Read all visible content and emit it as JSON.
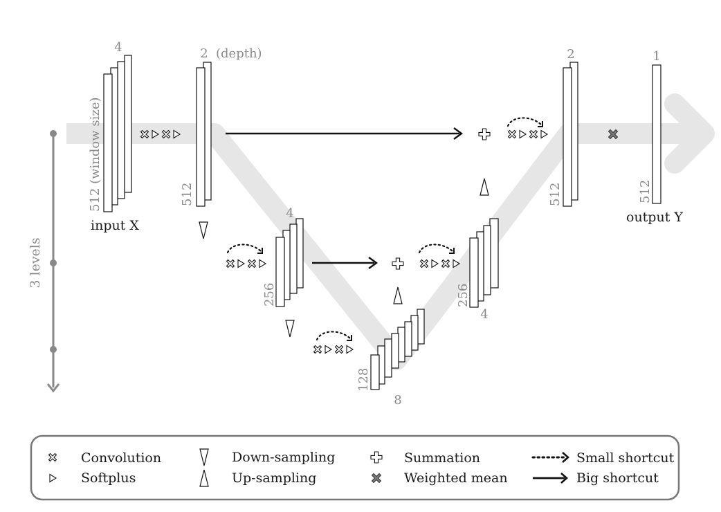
{
  "diagram": {
    "depth_label": "(depth)",
    "window_label": "(window size)",
    "input_label": "input X",
    "output_label": "output Y",
    "levels_label": "3 levels",
    "blocks": {
      "input": {
        "height": "512",
        "channels": "4"
      },
      "enc1": {
        "height": "512",
        "channels": "2"
      },
      "enc2": {
        "height": "256",
        "channels": "4"
      },
      "bottom": {
        "height": "128",
        "channels": "8"
      },
      "dec2": {
        "height": "256",
        "channels": "4"
      },
      "dec1": {
        "height": "512",
        "channels": "2"
      },
      "output": {
        "height": "512",
        "channels": "1"
      }
    }
  },
  "legend": {
    "items": [
      {
        "symbol": "convolution-icon",
        "label": "Convolution"
      },
      {
        "symbol": "softplus-icon",
        "label": "Softplus"
      },
      {
        "symbol": "down-sampling-icon",
        "label": "Down-sampling"
      },
      {
        "symbol": "up-sampling-icon",
        "label": "Up-sampling"
      },
      {
        "symbol": "summation-icon",
        "label": "Summation"
      },
      {
        "symbol": "weighted-mean-icon",
        "label": "Weighted mean"
      },
      {
        "symbol": "small-shortcut-icon",
        "label": "Small shortcut"
      },
      {
        "symbol": "big-shortcut-icon",
        "label": "Big shortcut"
      }
    ]
  },
  "colors": {
    "flow": "#e6e6e6",
    "label": "#8a8a8a",
    "stroke": "#111111"
  }
}
